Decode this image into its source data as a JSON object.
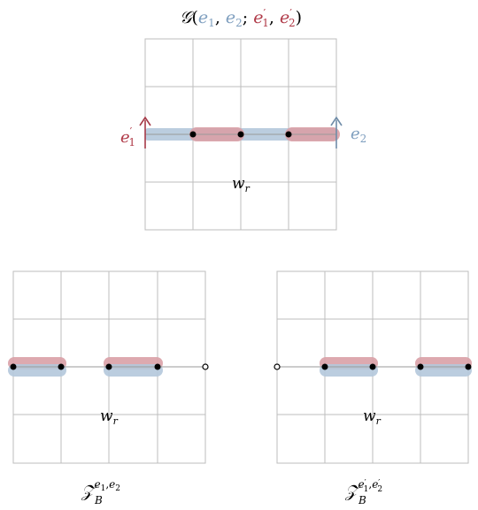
{
  "top_panel": {
    "title": {
      "symbol": "𝒢",
      "open": "(",
      "e1": "e",
      "e1_sub": "1",
      "comma1": ", ",
      "e2": "e",
      "e2_sub": "2",
      "semicolon": "; ",
      "e1p": "e",
      "e1p_sub": "1",
      "prime": "′",
      "comma2": ", ",
      "e2p": "e",
      "e2p_sub": "2",
      "close": ")"
    },
    "label_left": {
      "base": "e",
      "prime": "′",
      "sub": "1"
    },
    "label_right": {
      "base": "e",
      "sub": "2"
    },
    "region_label": {
      "base": "w",
      "sub": "r"
    }
  },
  "bottom_left_panel": {
    "region_label": {
      "base": "w",
      "sub": "r"
    },
    "caption": {
      "base": "𝒵",
      "sub": "B",
      "sup_e": "e",
      "sup_1": "1",
      "sup_comma": ",",
      "sup_e2": "e",
      "sup_2": "2"
    }
  },
  "bottom_right_panel": {
    "region_label": {
      "base": "w",
      "sub": "r"
    },
    "caption": {
      "base": "𝒵",
      "sub": "B",
      "sup_e": "e",
      "sup_prime1": "′",
      "sup_1": "1",
      "sup_comma": ",",
      "sup_e2": "e",
      "sup_prime2": "′",
      "sup_2": "2"
    }
  },
  "colors": {
    "blue": "#7f9fbf",
    "blue_fill": "#b4c8dc",
    "red": "#b03a48",
    "red_fill": "#d9a0a6",
    "grid": "#bdbdbd",
    "dot": "#000000",
    "arrow_blue": "#6f8ca8",
    "arrow_red": "#a63a48"
  }
}
